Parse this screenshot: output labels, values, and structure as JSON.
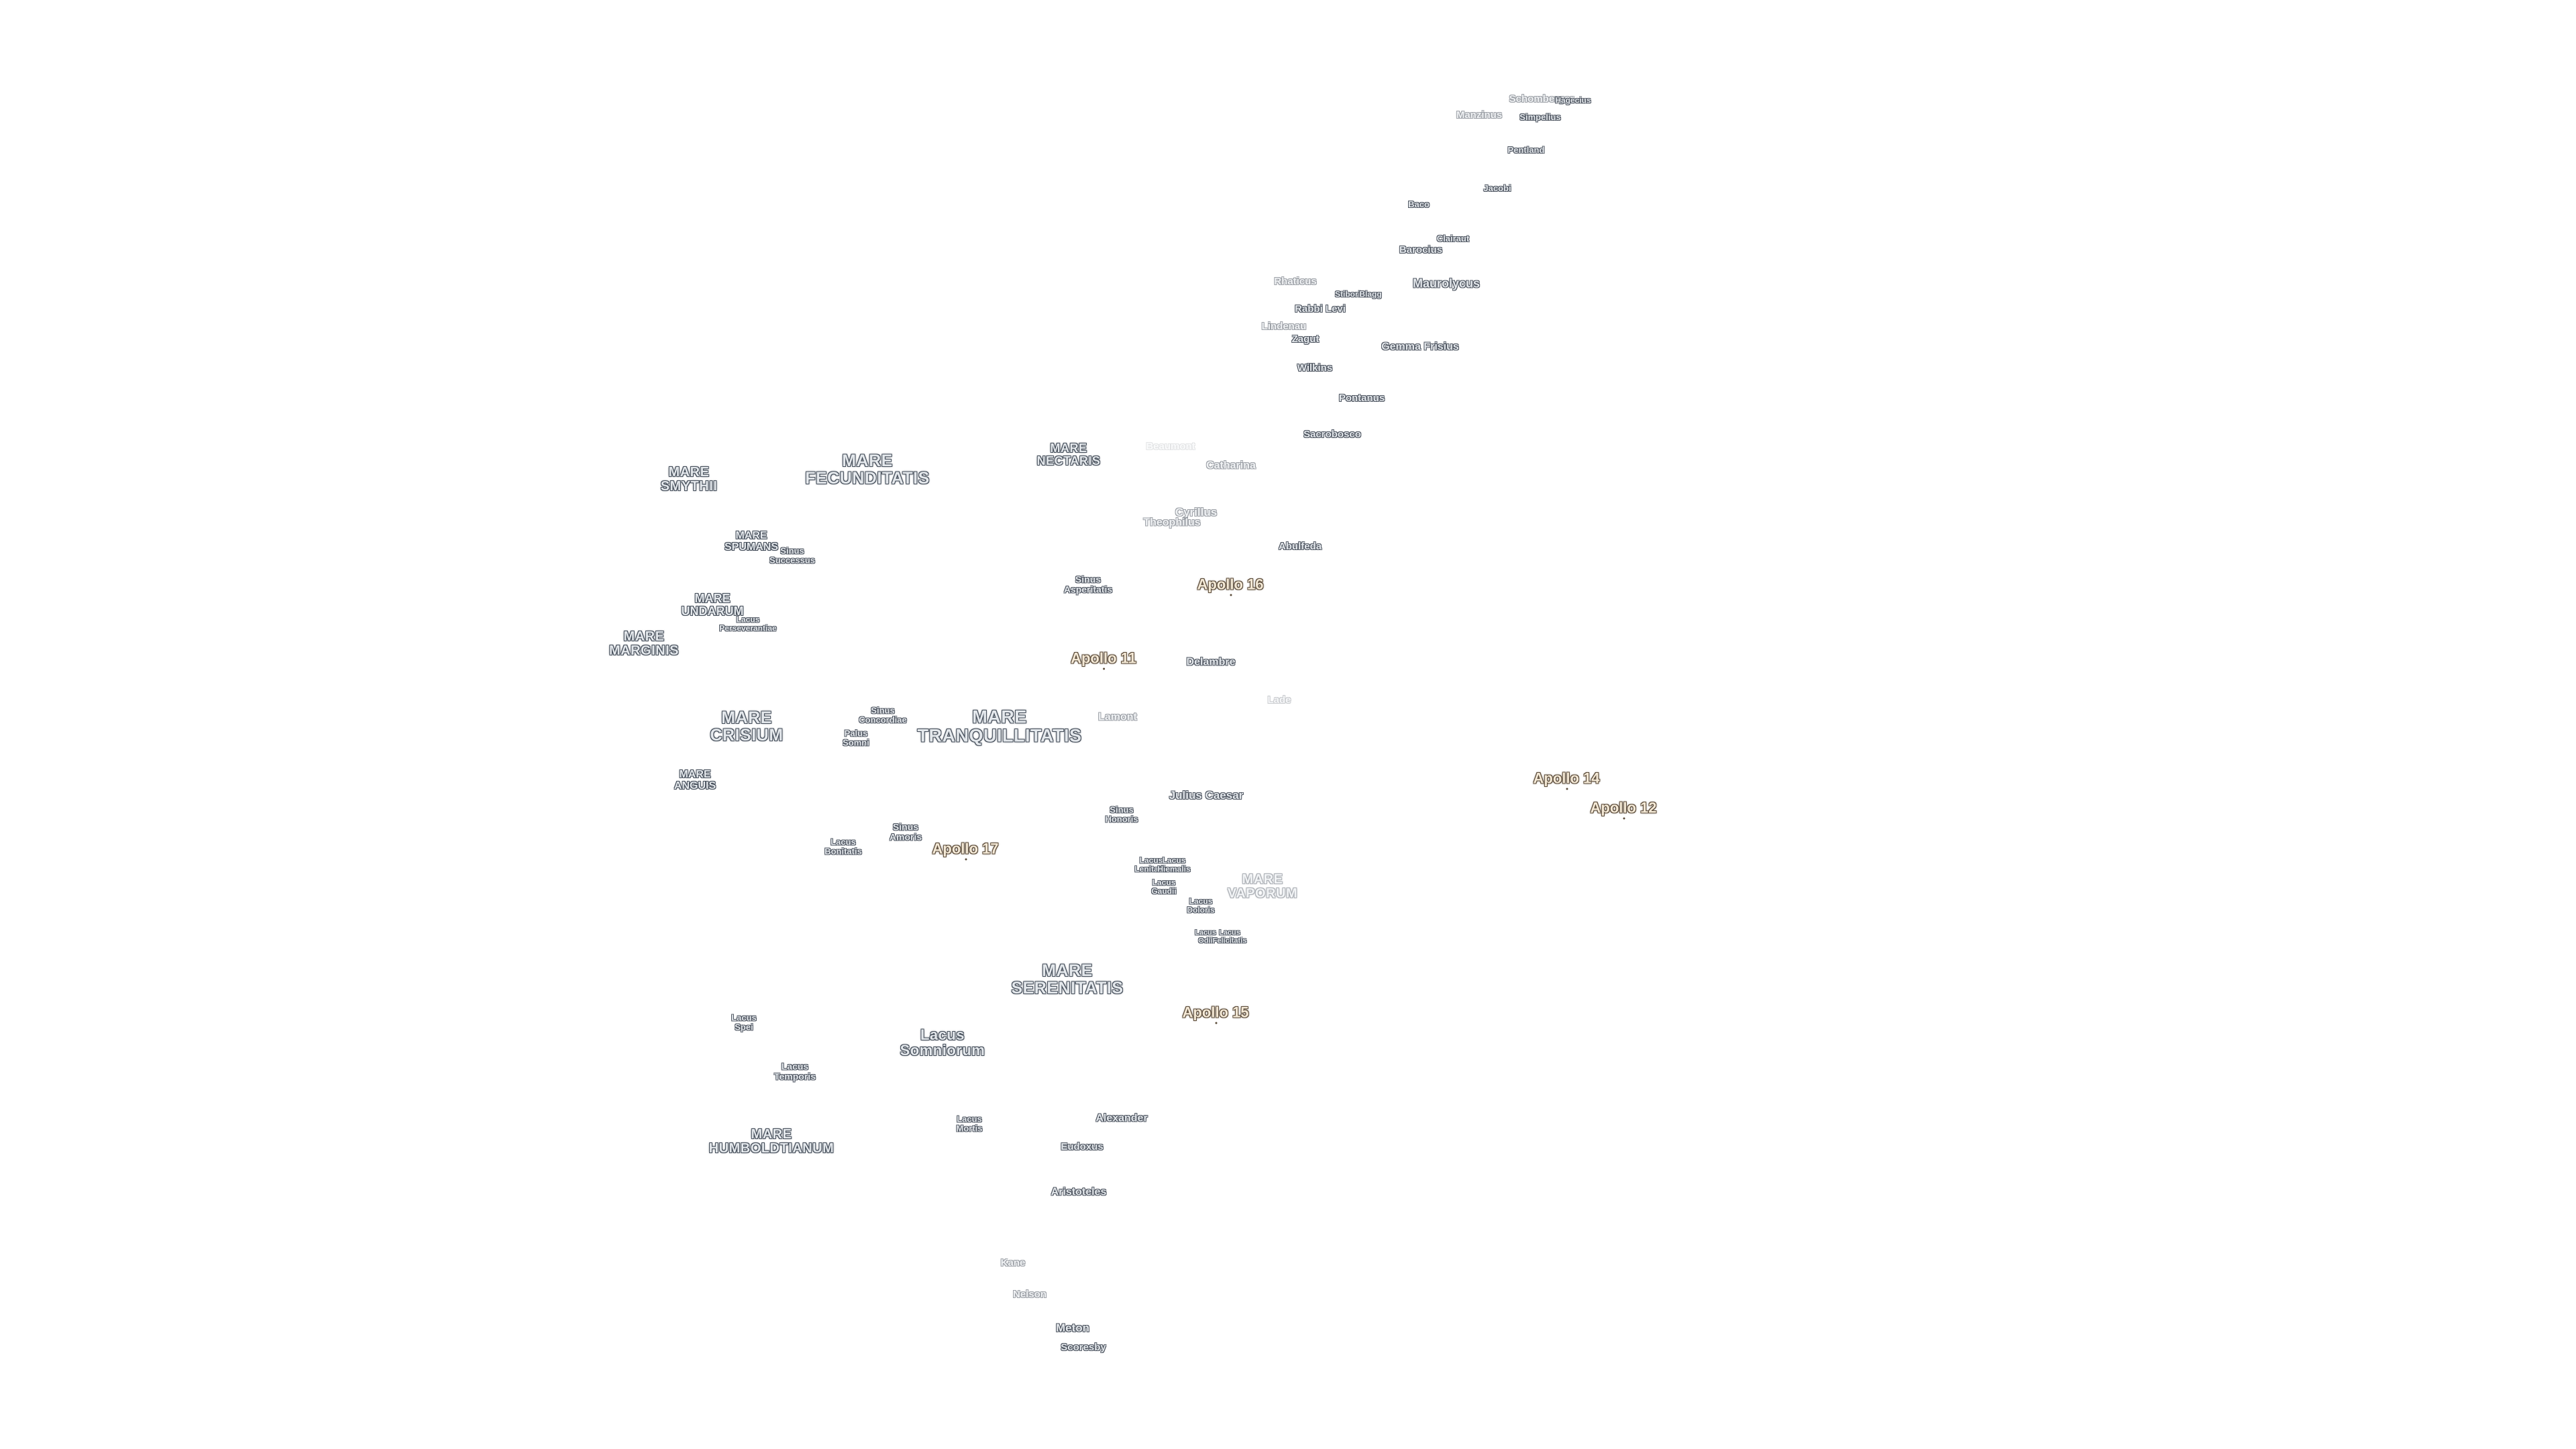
{
  "map": {
    "maria": [
      {
        "lines": [
          "MARE",
          "SMYTHII"
        ],
        "size": "m"
      },
      {
        "lines": [
          "MARE",
          "FECUNDITATIS"
        ],
        "size": "l"
      },
      {
        "lines": [
          "MARE",
          "NECTARIS"
        ],
        "size": "m"
      },
      {
        "lines": [
          "MARE",
          "SPUMANS"
        ],
        "size": "s"
      },
      {
        "lines": [
          "MARE",
          "UNDARUM"
        ],
        "size": "s"
      },
      {
        "lines": [
          "MARE",
          "MARGINIS"
        ],
        "size": "m"
      },
      {
        "lines": [
          "MARE",
          "CRISIUM"
        ],
        "size": "l"
      },
      {
        "lines": [
          "MARE",
          "TRANQUILLITATIS"
        ],
        "size": "l"
      },
      {
        "lines": [
          "MARE",
          "ANGUIS"
        ],
        "size": "s"
      },
      {
        "lines": [
          "MARE",
          "VAPORUM"
        ],
        "size": "m",
        "faded": true
      },
      {
        "lines": [
          "MARE",
          "SERENITATIS"
        ],
        "size": "l"
      },
      {
        "lines": [
          "Lacus",
          "Somniorum"
        ],
        "size": "l"
      },
      {
        "lines": [
          "MARE",
          "HUMBOLDTIANUM"
        ],
        "size": "m"
      }
    ],
    "features": [
      {
        "lines": [
          "Sinus",
          "Successus"
        ]
      },
      {
        "lines": [
          "Lacus",
          "Perseverantiae"
        ]
      },
      {
        "lines": [
          "Sinus",
          "Asperitatis"
        ]
      },
      {
        "lines": [
          "Sinus",
          "Concordiae"
        ]
      },
      {
        "lines": [
          "Palus",
          "Somni"
        ]
      },
      {
        "lines": [
          "Sinus",
          "Amoris"
        ]
      },
      {
        "lines": [
          "Lacus",
          "Bonitatis"
        ]
      },
      {
        "lines": [
          "Sinus",
          "Honoris"
        ]
      },
      {
        "lines": [
          "Lacus",
          "Lenitatis"
        ]
      },
      {
        "lines": [
          "Lacus",
          "Hiemalis"
        ]
      },
      {
        "lines": [
          "Lacus",
          "Gaudii"
        ]
      },
      {
        "lines": [
          "Lacus",
          "Doloris"
        ]
      },
      {
        "lines": [
          "Lacus",
          "Odii"
        ]
      },
      {
        "lines": [
          "Lacus",
          "Felicitatis"
        ]
      },
      {
        "lines": [
          "Lacus",
          "Spei"
        ]
      },
      {
        "lines": [
          "Lacus",
          "Temporis"
        ]
      },
      {
        "lines": [
          "Lacus",
          "Mortis"
        ]
      }
    ],
    "craters": [
      {
        "name": "Schomberger",
        "fade": 1
      },
      {
        "name": "Hagecius",
        "fade": 0
      },
      {
        "name": "Manzinus",
        "fade": 1
      },
      {
        "name": "Simpelius",
        "fade": 0
      },
      {
        "name": "Pentland",
        "fade": 0
      },
      {
        "name": "Jacobi",
        "fade": 0
      },
      {
        "name": "Baco",
        "fade": 0
      },
      {
        "name": "Clairaut",
        "fade": 0
      },
      {
        "name": "Barocius",
        "fade": 0
      },
      {
        "name": "Maurolycus",
        "fade": 0
      },
      {
        "name": "Rhaticus",
        "fade": 1
      },
      {
        "name": "Stiborius",
        "fade": 0
      },
      {
        "name": "Blagg",
        "fade": 0
      },
      {
        "name": "Rabbi Levi",
        "fade": 0
      },
      {
        "name": "Lindenau",
        "fade": 1
      },
      {
        "name": "Zagut",
        "fade": 0
      },
      {
        "name": "Gemma Frisius",
        "fade": 0
      },
      {
        "name": "Wilkins",
        "fade": 0
      },
      {
        "name": "Pontanus",
        "fade": 0
      },
      {
        "name": "Sacrobosco",
        "fade": 0
      },
      {
        "name": "Beaumont",
        "fade": 3
      },
      {
        "name": "Catharina",
        "fade": 1
      },
      {
        "name": "Cyrillus",
        "fade": 1
      },
      {
        "name": "Theophilus",
        "fade": 1
      },
      {
        "name": "Abulfeda",
        "fade": 0
      },
      {
        "name": "Delambre",
        "fade": 0
      },
      {
        "name": "Lade",
        "fade": 2
      },
      {
        "name": "Lamont",
        "fade": 1
      },
      {
        "name": "Julius Caesar",
        "fade": 0
      },
      {
        "name": "Alexander",
        "fade": 0
      },
      {
        "name": "Eudoxus",
        "fade": 0
      },
      {
        "name": "Aristoteles",
        "fade": 0
      },
      {
        "name": "Kane",
        "fade": 1
      },
      {
        "name": "Nelson",
        "fade": 1
      },
      {
        "name": "Meton",
        "fade": 0
      },
      {
        "name": "Scoresby",
        "fade": 0
      }
    ],
    "apollo": [
      "Apollo 16",
      "Apollo 11",
      "Apollo 14",
      "Apollo 12",
      "Apollo 17",
      "Apollo 15"
    ]
  }
}
